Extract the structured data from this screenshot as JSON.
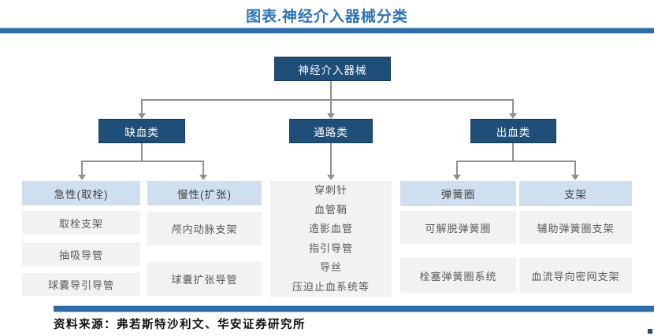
{
  "title": "图表.神经介入器械分类",
  "source": "资料来源：弗若斯特沙利文、华安证券研究所",
  "colors": {
    "divider_bar": "#2E6DA6",
    "node_blue": "#1F4E79",
    "subheader_blue": "#CFDFF0",
    "leaf_gray": "#F2F2F2",
    "connector_gray": "#909090",
    "title_blue": "#2E74B5"
  },
  "tree": {
    "root": "神经介入器械",
    "branches": [
      {
        "label": "缺血类",
        "groups": [
          {
            "header": "急性(取栓)",
            "items": [
              "取栓支架",
              "抽吸导管",
              "球囊导引导管"
            ]
          },
          {
            "header": "慢性(扩张)",
            "items": [
              "颅内动脉支架",
              "球囊扩张导管"
            ]
          }
        ]
      },
      {
        "label": "通路类",
        "items": [
          "穿刺针",
          "血管鞘",
          "造影血管",
          "指引导管",
          "导丝",
          "压迫止血系统等"
        ]
      },
      {
        "label": "出血类",
        "groups": [
          {
            "header": "弹簧圈",
            "items": [
              "可解脱弹簧圈",
              "栓塞弹簧圈系统"
            ]
          },
          {
            "header": "支架",
            "items": [
              "辅助弹簧圈支架",
              "血流导向密网支架"
            ]
          }
        ]
      }
    ]
  }
}
